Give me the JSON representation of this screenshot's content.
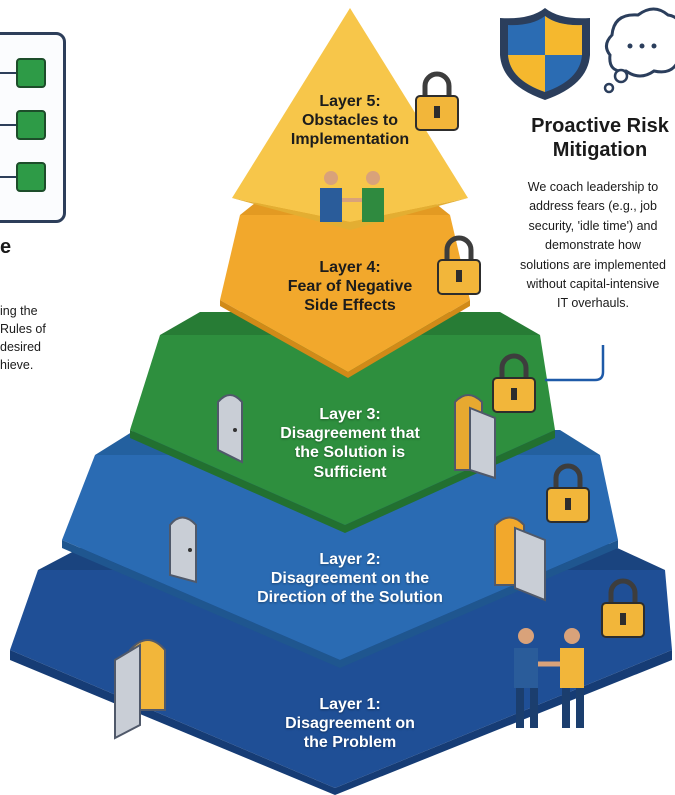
{
  "layers": [
    {
      "label": "Layer 1:",
      "lines": [
        "Disagreement on",
        "the Problem"
      ]
    },
    {
      "label": "Layer 2:",
      "lines": [
        "Disagreement on the",
        "Direction of the Solution"
      ]
    },
    {
      "label": "Layer 3:",
      "lines": [
        "Disagreement that",
        "the Solution is",
        "Sufficient"
      ]
    },
    {
      "label": "Layer 4:",
      "lines": [
        "Fear of Negative",
        "Side Effects"
      ]
    },
    {
      "label": "Layer 5:",
      "lines": [
        "Obstacles to",
        "Implementation"
      ]
    }
  ],
  "left_panel": {
    "heading": "e",
    "body_lines": [
      "ing the",
      "Rules of",
      "desired",
      "hieve."
    ]
  },
  "right_panel": {
    "title_lines": [
      "Proactive Risk",
      "Mitigation"
    ],
    "body_lines": [
      "We coach leadership to",
      "address fears (e.g., job",
      "security, 'idle time') and",
      "demonstrate how",
      "solutions are implemented",
      "without capital-intensive",
      "IT overhauls."
    ]
  },
  "thought_bubble": "...",
  "colors": {
    "layer1": "#1f4f96",
    "layer2": "#2a6bb3",
    "layer3": "#2e8f3e",
    "layer4": "#f2a82c",
    "layer5": "#f7c64a",
    "connector": "#1e5aa8",
    "shield_blue": "#2b6cb3",
    "shield_yellow": "#f5b82e"
  },
  "icons": [
    "lock-icon",
    "door-icon",
    "handshake-icon",
    "shield-icon",
    "thought-bubble-icon",
    "checkbox-icon"
  ]
}
